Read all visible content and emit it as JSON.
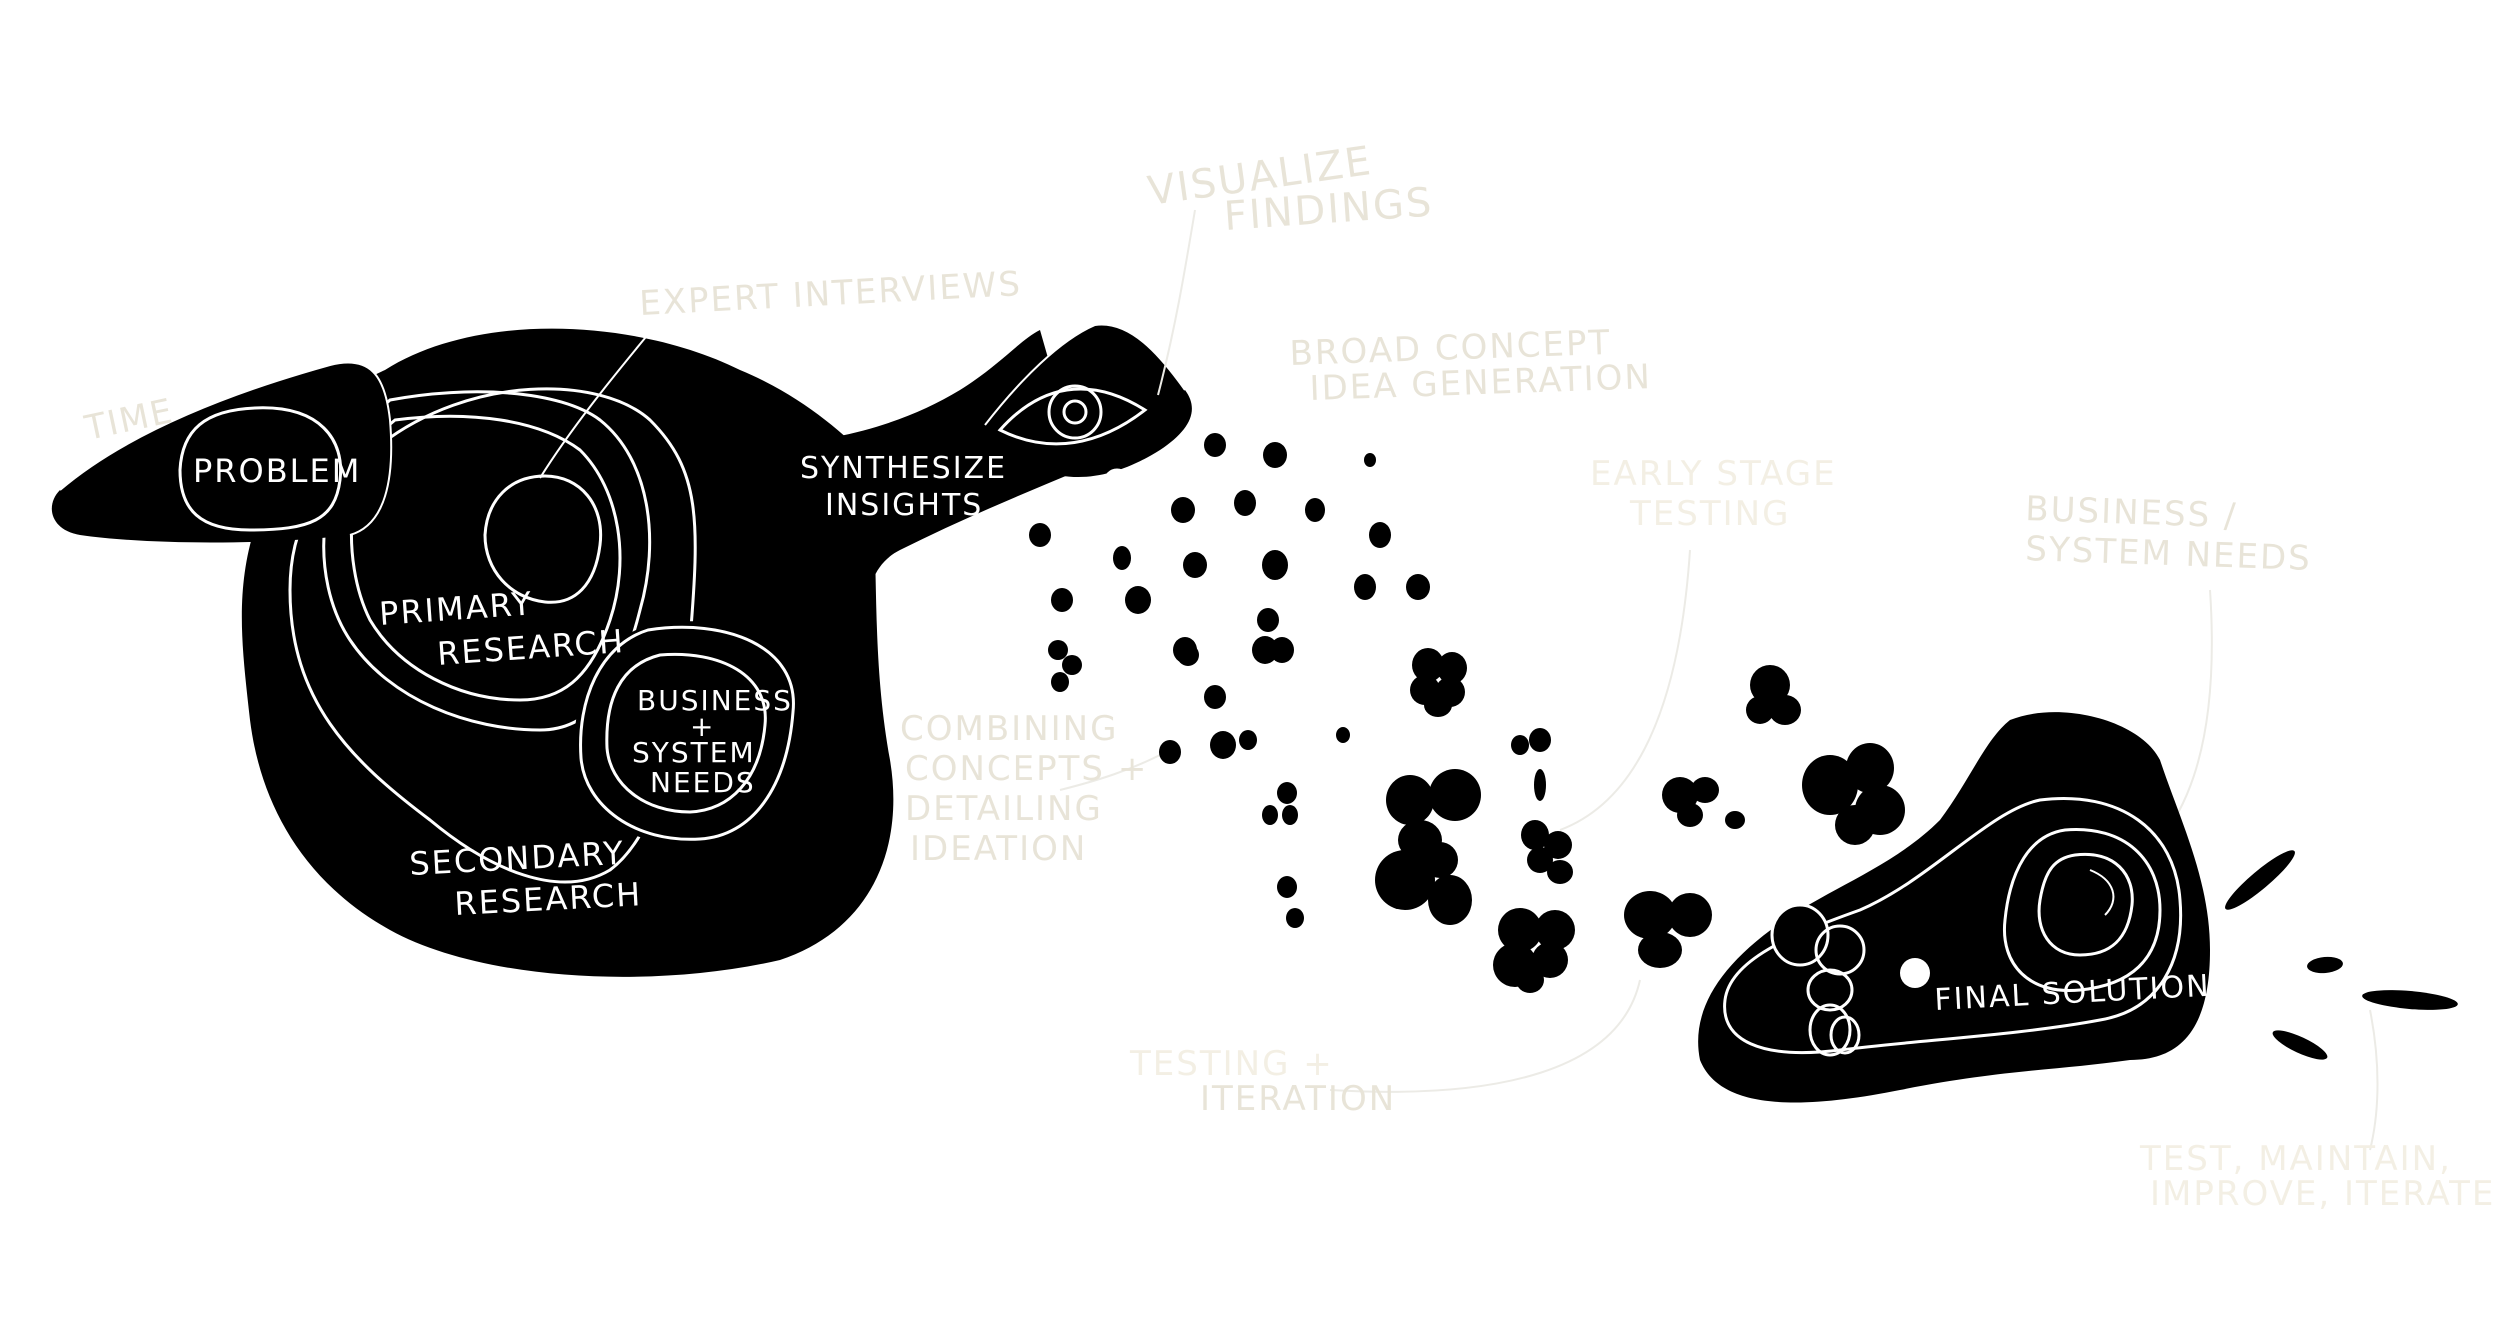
{
  "labels": {
    "time": "TIME",
    "problem": "PROBLEM",
    "expert_interviews": "EXPERT INTERVIEWS",
    "primary_research_1": "PRIMARY",
    "primary_research_2": "RESEARCH",
    "business_needs_1": "BUSINESS",
    "business_needs_2": "+",
    "business_needs_3": "SYSTEM",
    "business_needs_4": "NEEDS",
    "secondary_research_1": "SECONDARY",
    "secondary_research_2": "RESEARCH",
    "synthesize_1": "SYNTHESIZE",
    "synthesize_2": "INSIGHTS",
    "visualize_1": "VISUALIZE",
    "visualize_2": "FINDINGS",
    "broad_concept_1": "BROAD CONCEPT",
    "broad_concept_2": "IDEA GENERATION",
    "early_stage_1": "EARLY STAGE",
    "early_stage_2": "TESTING",
    "combining_1": "COMBINING",
    "combining_2": "CONCEPTS +",
    "combining_3": "DETAILING",
    "combining_4": "IDEATION",
    "business_system_1": "BUSINESS /",
    "business_system_2": "SYSTEM NEEDS",
    "testing_1": "TESTING +",
    "testing_2": "ITERATION",
    "final_solution": "FINAL SOLUTION",
    "test_launch_1": "TEST, MAINTAIN,",
    "test_launch_2": "IMPROVE, ITERATE"
  }
}
